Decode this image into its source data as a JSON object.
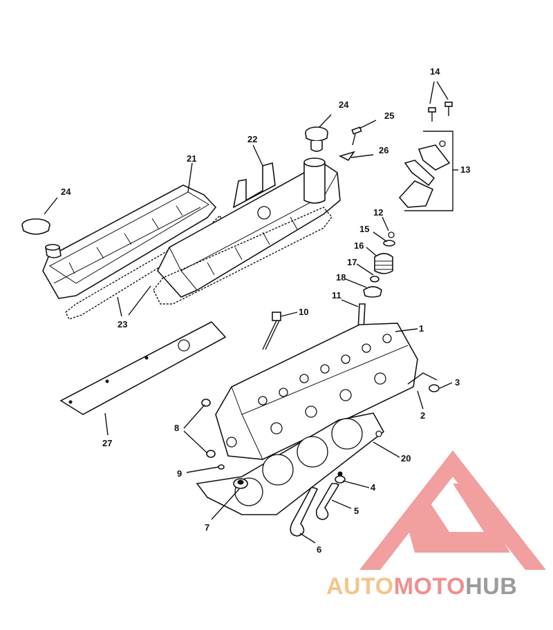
{
  "callouts": {
    "c1": "1",
    "c2": "2",
    "c3": "3",
    "c4": "4",
    "c5": "5",
    "c6": "6",
    "c7": "7",
    "c8": "8",
    "c9": "9",
    "c10": "10",
    "c11": "11",
    "c12": "12",
    "c13": "13",
    "c14": "14",
    "c15": "15",
    "c16": "16",
    "c17": "17",
    "c18": "18",
    "c20": "20",
    "c21": "21",
    "c22": "22",
    "c23": "23",
    "c24a": "24",
    "c24b": "24",
    "c25": "25",
    "c26": "26",
    "c27": "27"
  },
  "watermark": {
    "part1": "AUTO",
    "part2": "MOTO",
    "part3": "HUB"
  },
  "colors": {
    "logo_red": "#ef8f8f",
    "logo_orange": "#f3c58a",
    "logo_gray": "#9b9b9b",
    "line": "#111111"
  }
}
